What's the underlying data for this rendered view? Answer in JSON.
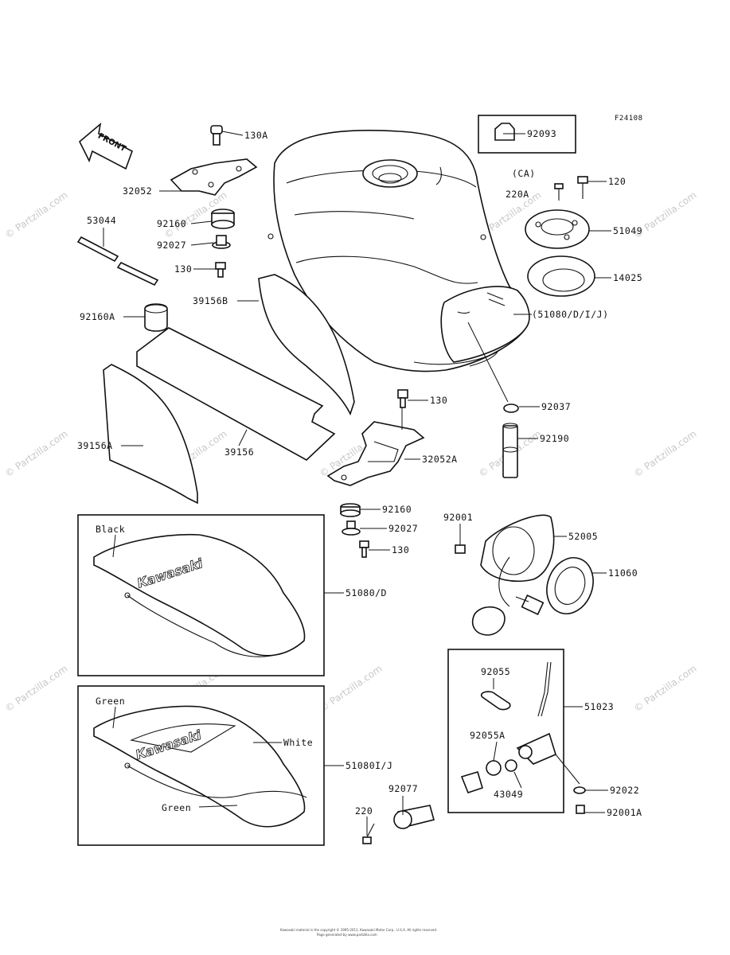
{
  "figure_code": "F24108",
  "front_arrow_text": "FRONT",
  "ca_note": "(CA)",
  "parts": {
    "p130A": "130A",
    "p32052": "32052",
    "p53044": "53044",
    "p92160_top": "92160",
    "p92027_top": "92027",
    "p130_top": "130",
    "p39156B": "39156B",
    "p92160A": "92160A",
    "p39156A": "39156A",
    "p39156": "39156",
    "p92093": "92093",
    "p220A": "220A",
    "p120": "120",
    "p51049": "51049",
    "p14025": "14025",
    "p51080DIJ": "(51080/D/I/J)",
    "p130_mid": "130",
    "p92037": "92037",
    "p32052A": "32052A",
    "p92190": "92190",
    "p92160_mid": "92160",
    "p92027_mid": "92027",
    "p130_low": "130",
    "p92001": "92001",
    "p52005": "52005",
    "p11060": "11060",
    "p51080D": "51080/D",
    "p92055": "92055",
    "p51023": "51023",
    "p92055A": "92055A",
    "p43049": "43049",
    "p92022": "92022",
    "p92077": "92077",
    "p220": "220",
    "p92001A": "92001A",
    "p51080IJ": "51080I/J"
  },
  "color_labels": {
    "black": "Black",
    "green_top": "Green",
    "white": "White",
    "green_bottom": "Green"
  },
  "decal_text": "Kawasaki",
  "watermark": "© Partzilla.com",
  "footer_line1": "Kawasaki material is the copyright © 1995-2011, Kawasaki Motor Corp., U.S.A. All rights reserved.",
  "footer_line2": "Page generated by www.partzilla.com"
}
